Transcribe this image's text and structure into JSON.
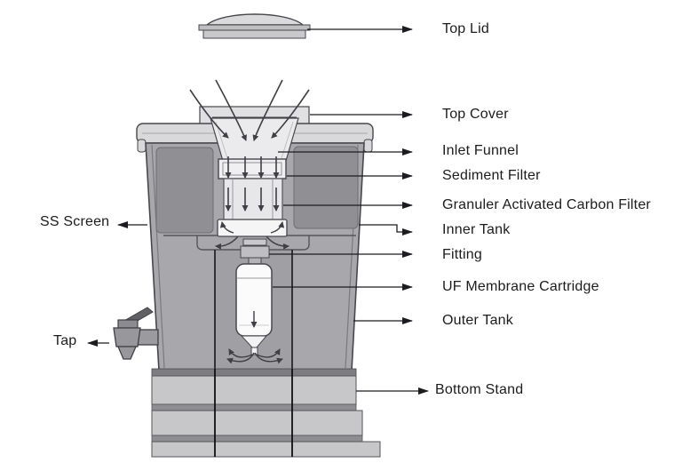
{
  "diagram": {
    "kind": "water-purifier-cross-section",
    "right_labels": [
      {
        "id": "top-lid",
        "text": "Top Lid"
      },
      {
        "id": "top-cover",
        "text": "Top Cover"
      },
      {
        "id": "inlet-funnel",
        "text": "Inlet Funnel"
      },
      {
        "id": "sediment-filter",
        "text": "Sediment Filter"
      },
      {
        "id": "gac-filter",
        "text": "Granuler Activated Carbon Filter"
      },
      {
        "id": "inner-tank",
        "text": "Inner Tank"
      },
      {
        "id": "fitting",
        "text": "Fitting"
      },
      {
        "id": "uf-cartridge",
        "text": "UF Membrane Cartridge"
      },
      {
        "id": "outer-tank",
        "text": "Outer Tank"
      },
      {
        "id": "bottom-stand",
        "text": "Bottom Stand"
      }
    ],
    "left_labels": [
      {
        "id": "ss-screen",
        "text": "SS Screen"
      },
      {
        "id": "tap",
        "text": "Tap"
      }
    ],
    "colors": {
      "background": "#ffffff",
      "outline": "#47474c",
      "tank_body": "#a8a8ac",
      "inner_panel": "#909094",
      "light_part": "#d9d9db",
      "funnel_fill": "#ebebed",
      "white_part": "#f5f5f6",
      "stand_light": "#c7c7ca",
      "stand_dark": "#86868a",
      "label_text": "#1c1c1c",
      "leader_line": "#1c1c20"
    }
  }
}
